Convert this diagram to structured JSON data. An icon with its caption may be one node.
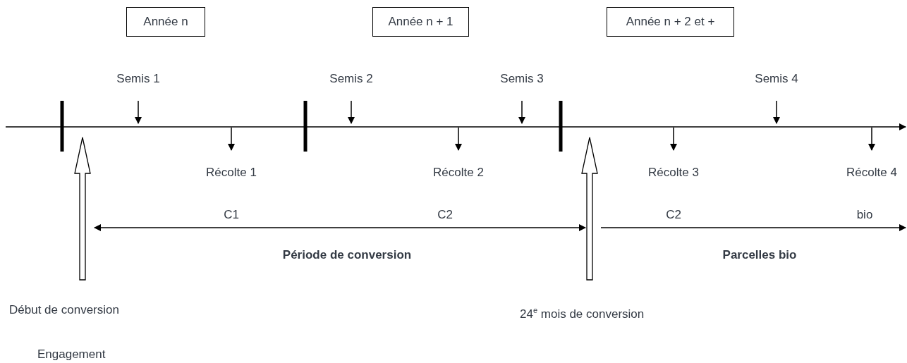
{
  "diagram": {
    "nodes": [
      {
        "text": [
          "Année n"
        ]
      },
      {
        "text": [
          "Année n + 1"
        ]
      },
      {
        "text": [
          "Année n + 2 et +"
        ]
      }
    ],
    "labels": [
      "Semis 1",
      "Semis 2",
      "Semis 3",
      "Semis 4",
      "Récolte 1",
      "Récolte 2",
      "Récolte 3",
      "Récolte 4",
      "C1",
      "C2",
      "C2",
      "bio",
      "Période de conversion",
      "Parcelles bio",
      "Début de conversion",
      "24$^{e}$ mois de conversion",
      "Engagement"
    ]
  }
}
